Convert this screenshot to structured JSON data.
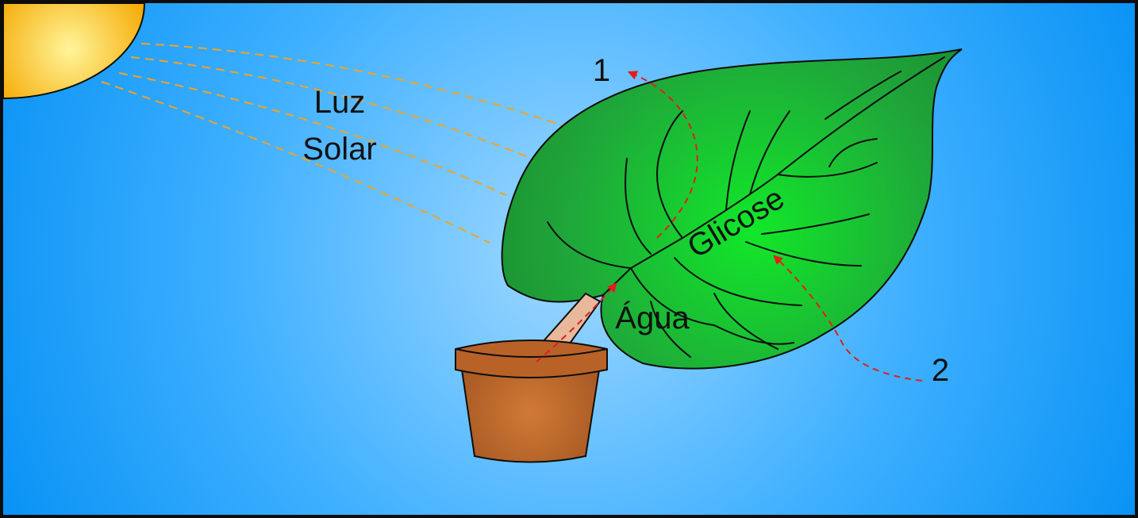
{
  "labels": {
    "luz": "Luz",
    "solar": "Solar",
    "agua": "Água",
    "glicose": "Glicose",
    "marker_1": "1",
    "marker_2": "2"
  },
  "colors": {
    "sky_center": "#9fd8ff",
    "sky_edge": "#0a93f5",
    "sun_center": "#fff59a",
    "sun_edge": "#f5a800",
    "leaf_center": "#12e829",
    "leaf_edge": "#1b8a2f",
    "pot": "#b86228",
    "stem": "#e7b99a",
    "ray": "#f2a227",
    "flow_arrow": "#e51c1c",
    "outline": "#0d0d0d"
  },
  "icons": [
    "sun-icon",
    "leaf-icon",
    "flower-pot-icon",
    "stem-icon"
  ]
}
